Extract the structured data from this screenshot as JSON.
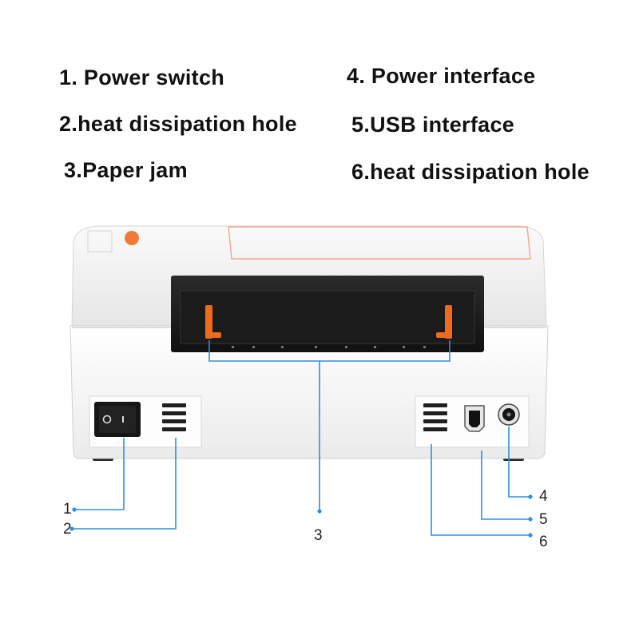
{
  "legend": {
    "items": [
      {
        "text": "1. Power switch"
      },
      {
        "text": "2.heat dissipation hole"
      },
      {
        "text": "3.Paper jam"
      },
      {
        "text": "4. Power interface"
      },
      {
        "text": "5.USB interface"
      },
      {
        "text": "6.heat dissipation hole"
      }
    ]
  },
  "callouts": [
    "1",
    "2",
    "3",
    "4",
    "5",
    "6"
  ],
  "colors": {
    "leader_line": "#2f8fe0",
    "printer_body": "#f6f6f6",
    "paper_slot": "#1e1e1e",
    "guide": "#f06a1c",
    "switch": "#151515"
  },
  "icons": [
    "power-switch-icon",
    "usb-b-port-icon",
    "dc-power-jack-icon",
    "vent-icon"
  ]
}
